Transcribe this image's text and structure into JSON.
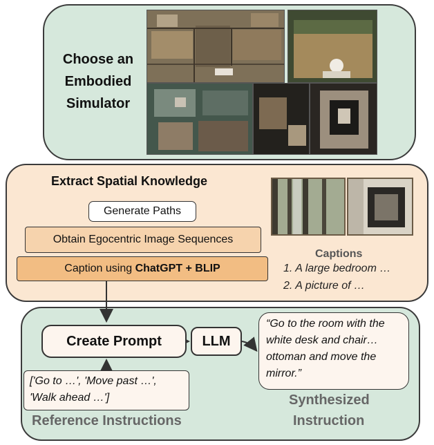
{
  "simulator": {
    "label": "Choose an Embodied Simulator"
  },
  "spatial": {
    "title": "Extract Spatial Knowledge",
    "steps": {
      "generate": "Generate Paths",
      "ego": "Obtain Egocentric Image Sequences",
      "caption_prefix": "Caption using ",
      "caption_models": "ChatGPT + BLIP"
    },
    "captions": {
      "title": "Captions",
      "items": [
        "1. A large bedroom …",
        "2. A picture of …"
      ]
    }
  },
  "synthesis": {
    "create_prompt": "Create Prompt",
    "llm": "LLM",
    "quote": "“Go to the room with the white desk and chair…ottoman and move the mirror.”",
    "references": "['Go to …', 'Move past …', 'Walk ahead …']",
    "reference_label": "Reference Instructions",
    "synth_label_1": "Synthesized",
    "synth_label_2": "Instruction"
  },
  "colors": {
    "green_panel": "#d6e8dc",
    "orange_panel": "#fbe7d2",
    "orange_light": "#f6d3ad",
    "orange_dark": "#f2bd83"
  }
}
